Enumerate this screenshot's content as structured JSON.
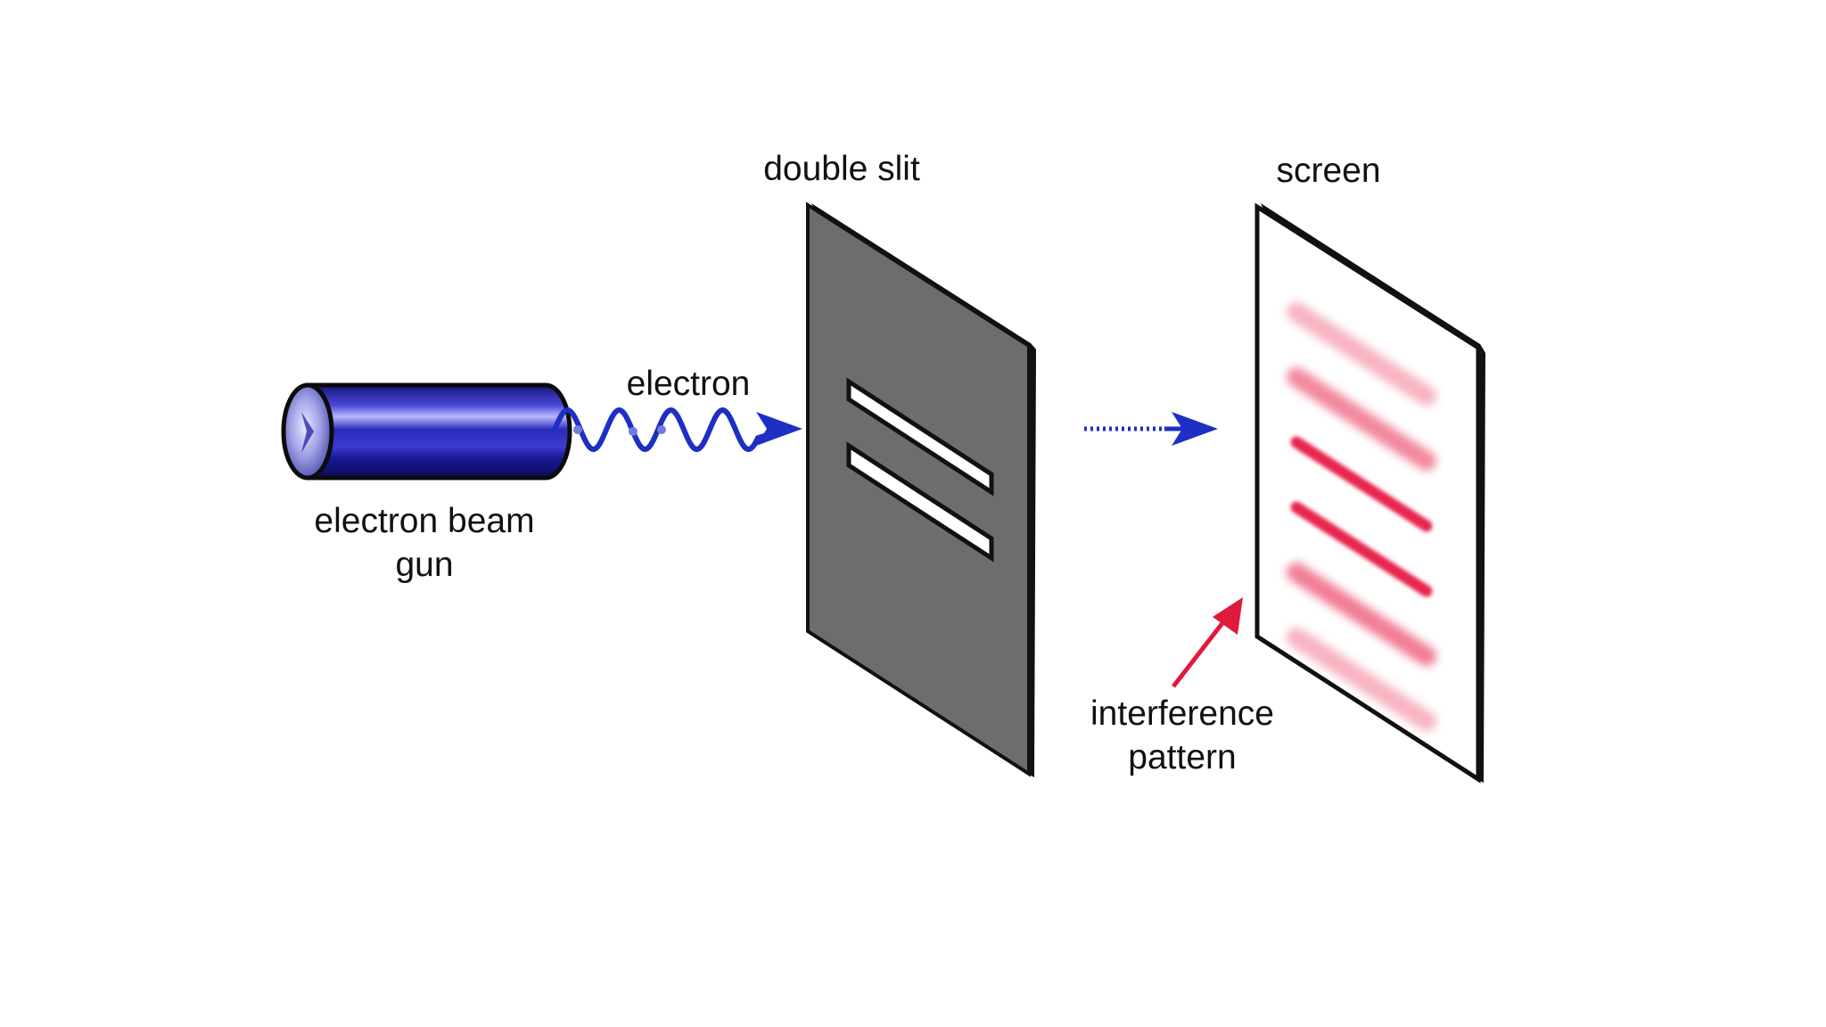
{
  "labels": {
    "double_slit": "double slit",
    "screen": "screen",
    "electron": "electron",
    "gun_line1": "electron beam",
    "gun_line2": "gun",
    "interference_line1": "interference",
    "interference_line2": "pattern"
  },
  "colors": {
    "background": "#ffffff",
    "gun_body": "#1c1c9c",
    "gun_highlight": "#7f7ff0",
    "wave": "#1d2fc4",
    "slit_plate": "#6d6d6d",
    "outline": "#111111",
    "fringe": "#e8284f",
    "annotation_arrow": "#e01a3c"
  },
  "fringes": {
    "count": 6,
    "intensities": [
      0.35,
      0.55,
      1.0,
      1.0,
      0.6,
      0.35
    ]
  }
}
